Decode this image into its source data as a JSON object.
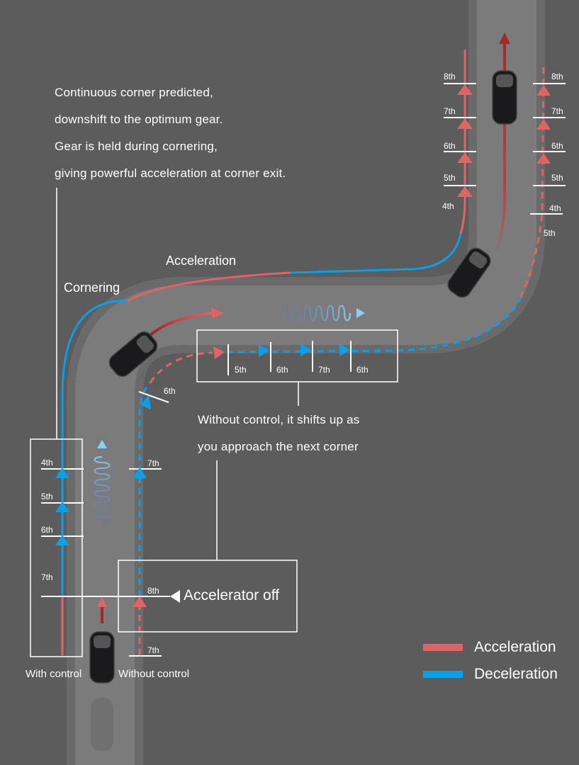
{
  "colors": {
    "background": "#5c5c5c",
    "road": "#7a7a7a",
    "acceleration": "#e06466",
    "deceleration": "#0aa0e8",
    "dark_red": "#a82828",
    "text": "#ffffff"
  },
  "description": {
    "lines": [
      "Continuous corner predicted,",
      "downshift to the optimum gear.",
      "Gear is held during cornering,",
      "giving powerful acceleration at corner exit."
    ]
  },
  "labels": {
    "acceleration": "Acceleration",
    "cornering": "Cornering",
    "without_control_note": [
      "Without control, it shifts up as",
      "you approach the next corner"
    ],
    "accelerator_off": "Accelerator off",
    "with_control": "With control",
    "without_control": "Without control"
  },
  "with_control_gears": {
    "bottom": [
      "7th",
      "6th",
      "5th",
      "4th"
    ],
    "top": [
      "4th",
      "5th",
      "6th",
      "7th",
      "8th"
    ]
  },
  "without_control_gears": {
    "bottom": [
      "7th",
      "8th",
      "7th"
    ],
    "corner": "6th",
    "straight": [
      "5th",
      "6th",
      "7th",
      "6th"
    ],
    "top": [
      "5th",
      "4th",
      "5th",
      "6th",
      "7th",
      "8th"
    ]
  },
  "legend": [
    {
      "label": "Acceleration",
      "color": "#e06466"
    },
    {
      "label": "Deceleration",
      "color": "#0aa0e8"
    }
  ]
}
